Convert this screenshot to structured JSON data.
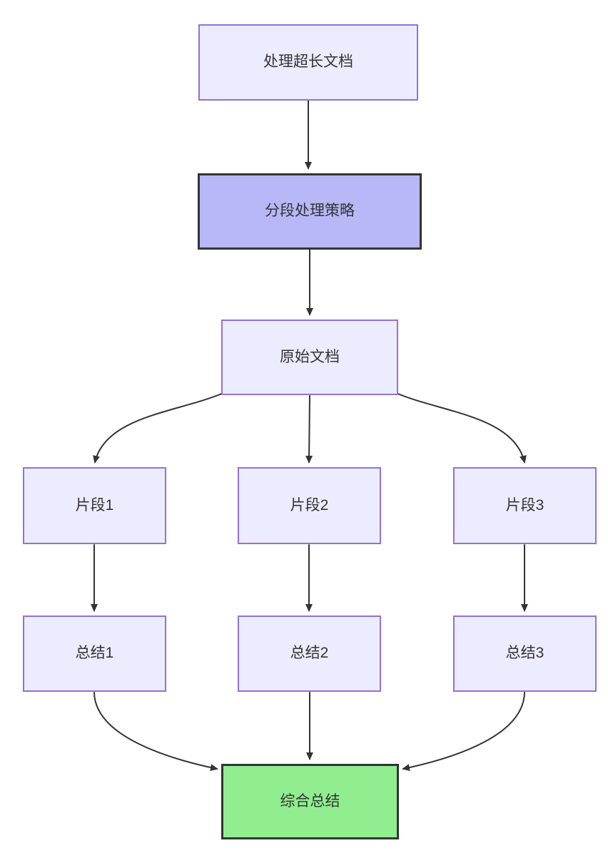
{
  "diagram": {
    "type": "flowchart",
    "direction": "top-down",
    "nodes": [
      {
        "id": "A",
        "label": "处理超长文档",
        "kind": "default"
      },
      {
        "id": "B",
        "label": "分段处理策略",
        "kind": "highlight"
      },
      {
        "id": "C",
        "label": "原始文档",
        "kind": "default"
      },
      {
        "id": "D1",
        "label": "片段1",
        "kind": "default"
      },
      {
        "id": "D2",
        "label": "片段2",
        "kind": "default"
      },
      {
        "id": "D3",
        "label": "片段3",
        "kind": "default"
      },
      {
        "id": "S1",
        "label": "总结1",
        "kind": "default"
      },
      {
        "id": "S2",
        "label": "总结2",
        "kind": "default"
      },
      {
        "id": "S3",
        "label": "总结3",
        "kind": "default"
      },
      {
        "id": "F",
        "label": "综合总结",
        "kind": "result"
      }
    ],
    "edges": [
      {
        "from": "A",
        "to": "B"
      },
      {
        "from": "B",
        "to": "C"
      },
      {
        "from": "C",
        "to": "D1"
      },
      {
        "from": "C",
        "to": "D2"
      },
      {
        "from": "C",
        "to": "D3"
      },
      {
        "from": "D1",
        "to": "S1"
      },
      {
        "from": "D2",
        "to": "S2"
      },
      {
        "from": "D3",
        "to": "S3"
      },
      {
        "from": "S1",
        "to": "F"
      },
      {
        "from": "S2",
        "to": "F"
      },
      {
        "from": "S3",
        "to": "F"
      }
    ],
    "colors": {
      "background": "#ffffff",
      "node_fill": "#ECECFF",
      "node_border": "#9370DB",
      "highlight_fill": "#B8B8F8",
      "highlight_border": "#333333",
      "result_fill": "#90EE90",
      "result_border": "#333333",
      "edge": "#333333",
      "text": "#333333"
    }
  }
}
